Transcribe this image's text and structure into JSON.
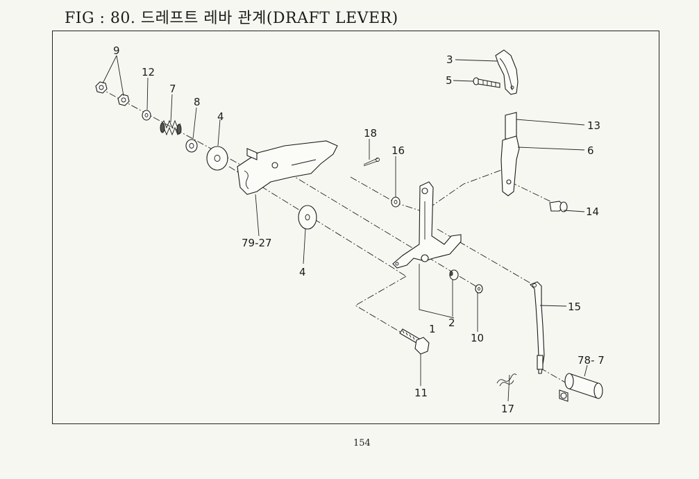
{
  "header": {
    "title": "FIG : 80. 드레프트 레바 관계(DRAFT LEVER)"
  },
  "footer": {
    "page_number": "154"
  },
  "callouts": {
    "p9": "9",
    "p12": "12",
    "p7": "7",
    "p8": "8",
    "p4a": "4",
    "p4b": "4",
    "p79_27": "79-27",
    "p18": "18",
    "p16": "16",
    "p3": "3",
    "p5": "5",
    "p13": "13",
    "p6": "6",
    "p14": "14",
    "p15": "15",
    "p1": "1",
    "p2": "2",
    "p10": "10",
    "p11": "11",
    "p17": "17",
    "p78_7": "78- 7"
  }
}
